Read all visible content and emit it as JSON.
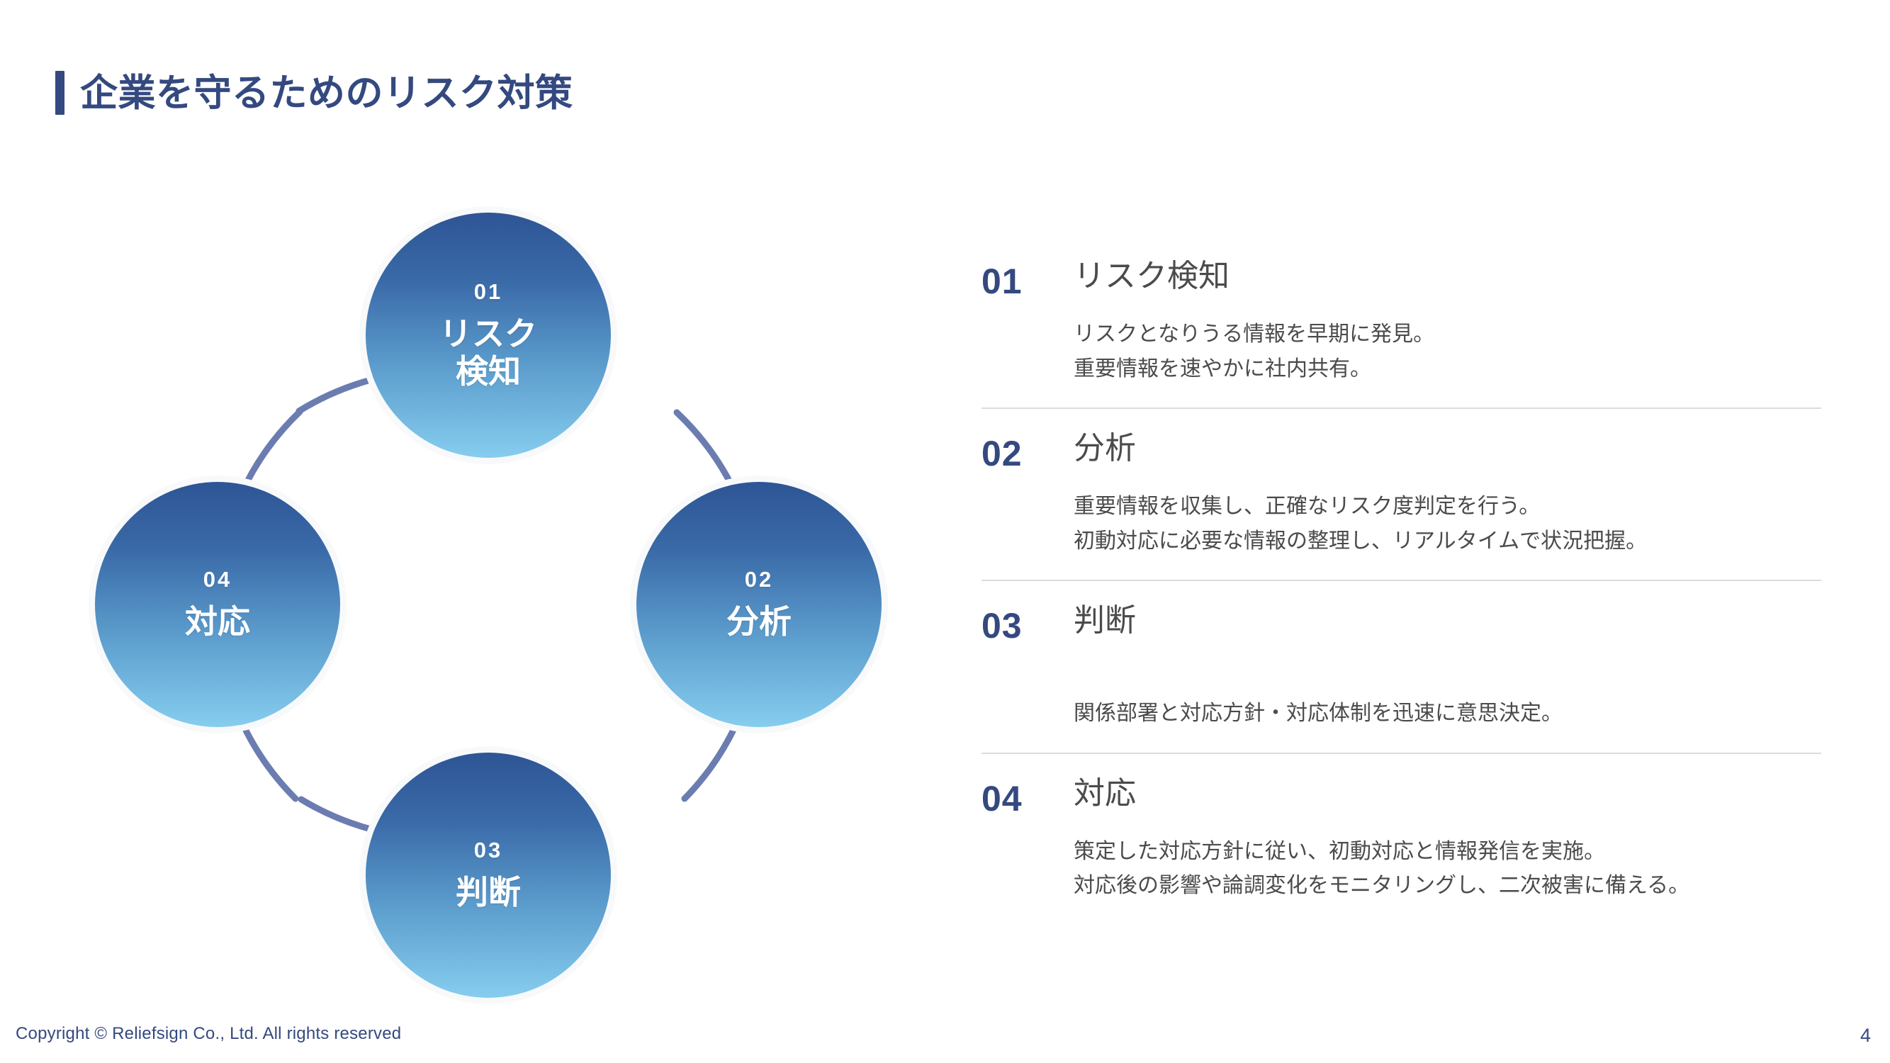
{
  "slide": {
    "title": "企業を守るためのリスク対策",
    "accent_color": "#34497f",
    "background": "#ffffff"
  },
  "diagram": {
    "type": "cycle",
    "ring_color": "#6b7cb0",
    "node_gradient_from": "#2e5595",
    "node_gradient_to": "#86cdef",
    "nodes": [
      {
        "num": "01",
        "label_line1": "リスク",
        "label_line2": "検知",
        "position": "top"
      },
      {
        "num": "02",
        "label_line1": "分析",
        "label_line2": "",
        "position": "right"
      },
      {
        "num": "03",
        "label_line1": "判断",
        "label_line2": "",
        "position": "bottom"
      },
      {
        "num": "04",
        "label_line1": "対応",
        "label_line2": "",
        "position": "left"
      }
    ]
  },
  "list": {
    "items": [
      {
        "num": "01",
        "title": "リスク検知",
        "lines": [
          "リスクとなりうる情報を早期に発見。",
          "重要情報を速やかに社内共有。"
        ]
      },
      {
        "num": "02",
        "title": "分析",
        "lines": [
          "重要情報を収集し、正確なリスク度判定を行う。",
          "初動対応に必要な情報の整理し、リアルタイムで状況把握。"
        ]
      },
      {
        "num": "03",
        "title": "判断",
        "lines": [
          "",
          "関係部署と対応方針・対応体制を迅速に意思決定。"
        ]
      },
      {
        "num": "04",
        "title": "対応",
        "lines": [
          "策定した対応方針に従い、初動対応と情報発信を実施。",
          "対応後の影響や論調変化をモニタリングし、二次被害に備える。"
        ]
      }
    ]
  },
  "footer": {
    "copyright": "Copyright © Reliefsign Co., Ltd.  All rights reserved",
    "page_number": "4"
  }
}
